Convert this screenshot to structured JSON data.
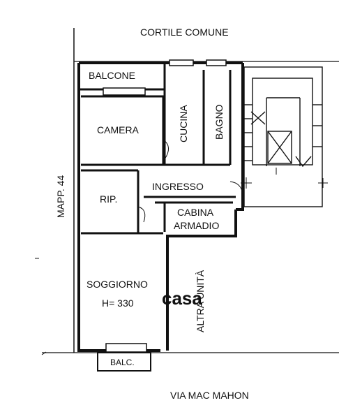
{
  "plan": {
    "top_label": "CORTILE COMUNE",
    "bottom_label": "VIA MAC MAHON",
    "left_label": "MAPP. 44",
    "right_label": "ALTRA UNITÀ",
    "watermark": "casa",
    "rooms": {
      "balcone": "BALCONE",
      "camera": "CAMERA",
      "cucina": "CUCINA",
      "bagno": "BAGNO",
      "ripostiglio": "RIP.",
      "ingresso": "INGRESSO",
      "cabina_line1": "CABINA",
      "cabina_line2": "ARMADIO",
      "soggiorno": "SOGGIORNO",
      "height": "H= 330",
      "balc": "BALC."
    }
  },
  "colors": {
    "ink": "#111111",
    "wall": "#222222",
    "watermark": "#d8d8d8"
  }
}
